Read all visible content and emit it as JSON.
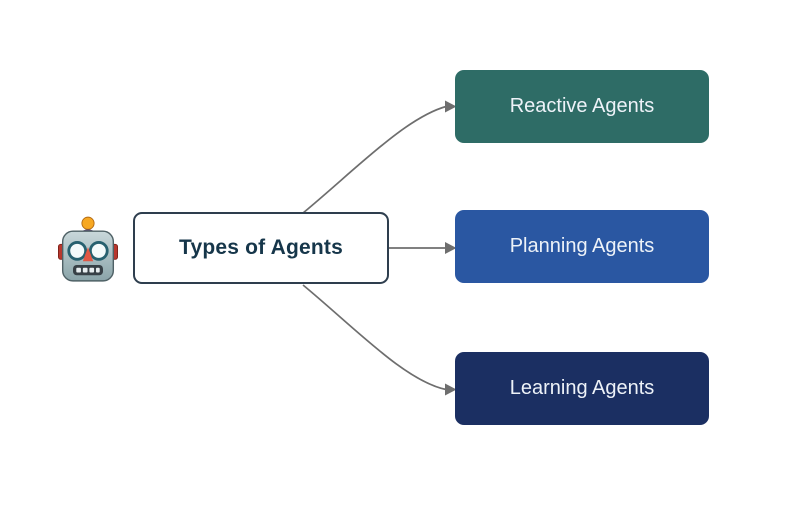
{
  "diagram": {
    "root": {
      "label": "Types of Agents",
      "fill": "#FFFFFF",
      "border_color": "#2E3E4E",
      "text_color": "#16364A"
    },
    "nodes": [
      {
        "label": "Reactive Agents",
        "fill": "#2E6C66",
        "text_color": "#EDF2F8"
      },
      {
        "label": "Planning Agents",
        "fill": "#2A57A2",
        "text_color": "#EDF2F8"
      },
      {
        "label": "Learning Agents",
        "fill": "#1B2F62",
        "text_color": "#EDF2F8"
      }
    ],
    "edge_color": "#6E6E6E",
    "icon": {
      "name": "robot-emoji"
    },
    "background": "#FFFFFF"
  }
}
